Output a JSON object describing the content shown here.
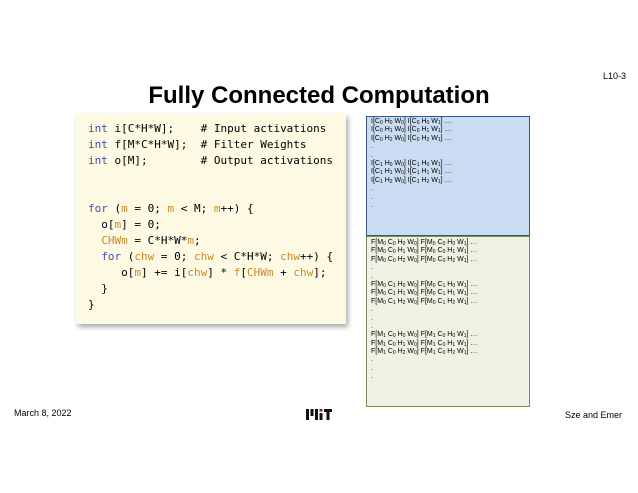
{
  "slide_number": "L10-3",
  "title": "Fully Connected Computation",
  "code": {
    "lines": [
      [
        {
          "t": "int ",
          "c": "kw"
        },
        {
          "t": "i[C*H*W];    # Input activations",
          "c": "plain"
        }
      ],
      [
        {
          "t": "int ",
          "c": "kw"
        },
        {
          "t": "f[M*C*H*W];  # Filter Weights",
          "c": "plain"
        }
      ],
      [
        {
          "t": "int ",
          "c": "kw"
        },
        {
          "t": "o[M];        # Output activations",
          "c": "plain"
        }
      ],
      [],
      [],
      [
        {
          "t": "for ",
          "c": "kw"
        },
        {
          "t": "(",
          "c": "plain"
        },
        {
          "t": "m",
          "c": "var"
        },
        {
          "t": " = 0; ",
          "c": "plain"
        },
        {
          "t": "m",
          "c": "var"
        },
        {
          "t": " < M; ",
          "c": "plain"
        },
        {
          "t": "m",
          "c": "var"
        },
        {
          "t": "++) {",
          "c": "plain"
        }
      ],
      [
        {
          "t": "  o[",
          "c": "plain"
        },
        {
          "t": "m",
          "c": "var"
        },
        {
          "t": "] = 0;",
          "c": "plain"
        }
      ],
      [
        {
          "t": "  CHWm",
          "c": "var"
        },
        {
          "t": " = C*H*W*",
          "c": "plain"
        },
        {
          "t": "m",
          "c": "var"
        },
        {
          "t": ";",
          "c": "plain"
        }
      ],
      [
        {
          "t": "  for ",
          "c": "kw"
        },
        {
          "t": "(",
          "c": "plain"
        },
        {
          "t": "chw",
          "c": "var"
        },
        {
          "t": " = 0; ",
          "c": "plain"
        },
        {
          "t": "chw",
          "c": "var"
        },
        {
          "t": " < C*H*W; ",
          "c": "plain"
        },
        {
          "t": "chw",
          "c": "var"
        },
        {
          "t": "++) {",
          "c": "plain"
        }
      ],
      [
        {
          "t": "     o[",
          "c": "plain"
        },
        {
          "t": "m",
          "c": "var"
        },
        {
          "t": "] += i[",
          "c": "plain"
        },
        {
          "t": "chw",
          "c": "var"
        },
        {
          "t": "] * ",
          "c": "plain"
        },
        {
          "t": "f",
          "c": "var"
        },
        {
          "t": "[",
          "c": "plain"
        },
        {
          "t": "CHWm",
          "c": "var"
        },
        {
          "t": " + ",
          "c": "plain"
        },
        {
          "t": "chw",
          "c": "var"
        },
        {
          "t": "];",
          "c": "plain"
        }
      ],
      [
        {
          "t": "  }",
          "c": "plain"
        }
      ],
      [
        {
          "t": "}",
          "c": "plain"
        }
      ]
    ]
  },
  "input_entries": [
    "I[C0 H0 W0]  I[C0 H0 W1] …",
    "I[C0 H1 W0]  I[C0 H1 W1] …",
    "I[C0 H2 W0]  I[C0 H2 W1] …",
    ".",
    ".",
    "I[C1 H0 W0]  I[C1 H0 W1] …",
    "I[C1 H1 W0]  I[C1 H1 W1] …",
    "I[C1 H2 W0]  I[C1 H2 W1] …",
    ".",
    ".",
    "."
  ],
  "filter_entries": [
    "F[M0 C0 H0 W0]  F[M0 C0 H0 W1] …",
    "F[M0 C0 H1 W0]  F[M0 C0 H1 W1] …",
    "F[M0 C0 H2 W0]  F[M0 C0 H2 W1] …",
    ".",
    ".",
    "F[M0 C1 H0 W0]  F[M0 C1 H0 W1] …",
    "F[M0 C1 H1 W0]  F[M0 C1 H1 W1] …",
    "F[M0 C1 H2 W0]  F[M0 C1 H2 W1] …",
    ".",
    ".",
    ".",
    "F[M1 C0 H0 W0]  F[M1 C0 H0 W1] …",
    "F[M1 C0 H1 W0]  F[M1 C0 H1 W1] …",
    "F[M1 C0 H2 W0]  F[M1 C0 H2 W1] …",
    ".",
    ".",
    "."
  ],
  "footer": {
    "date": "March 8, 2022",
    "authors": "Sze and Emer",
    "logo": "mit-logo"
  },
  "colors": {
    "keyword": "#4451a8",
    "variable": "#c88a28",
    "code_bg": "#fdf9e2",
    "input_box": "#c9dcf2",
    "filter_box": "#eef2e2"
  }
}
